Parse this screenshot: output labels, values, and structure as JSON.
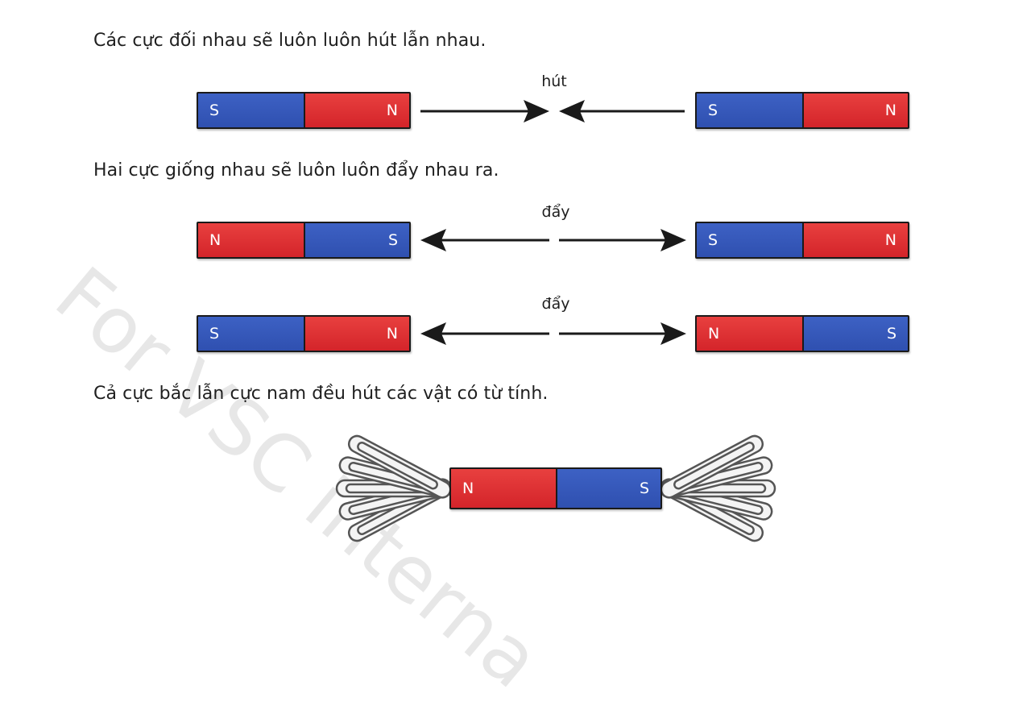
{
  "captions": {
    "attract": "Các cực đối nhau sẽ luôn luôn hút lẫn nhau.",
    "repel": "Hai cực giống nhau sẽ luôn luôn đẩy nhau ra.",
    "both": "Cả cực bắc lẫn cực nam đều hút các vật có từ tính."
  },
  "labels": {
    "attract": "hút",
    "repel_1": "đẩy",
    "repel_2": "đẩy"
  },
  "poles": {
    "north": "N",
    "south": "S"
  },
  "watermark": "For VSC interna",
  "colors": {
    "north_red": "#d4242a",
    "south_blue": "#2f50b0",
    "arrow": "#1a1a1a"
  }
}
